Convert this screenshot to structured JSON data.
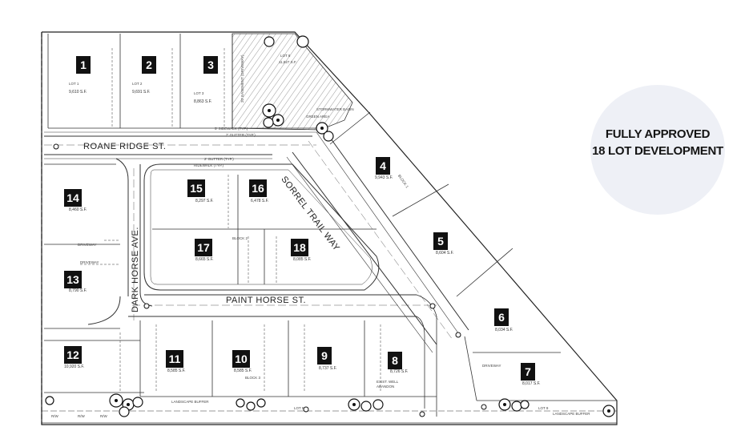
{
  "info": {
    "line1": "FULLY APPROVED",
    "line2": "18 LOT DEVELOPMENT"
  },
  "streets": {
    "roane": "ROANE RIDGE ST.",
    "sorrel": "SORREL TRAIL WAY",
    "dark_horse": "DARK HORSE AVE.",
    "paint_horse": "PAINT HORSE ST."
  },
  "lots": [
    {
      "num": "1",
      "area": "9,610 S.F.",
      "label": "LOT 1"
    },
    {
      "num": "2",
      "area": "9,691 S.F.",
      "label": "LOT 2"
    },
    {
      "num": "3",
      "area": "8,863 S.F.",
      "label": "LOT 3"
    },
    {
      "num": "4",
      "area": "9,943 S.F."
    },
    {
      "num": "5",
      "area": "8,604 S.F."
    },
    {
      "num": "6",
      "area": "8,034 S.F."
    },
    {
      "num": "7",
      "area": "8,017 S.F."
    },
    {
      "num": "8",
      "area": "8,726 S.F."
    },
    {
      "num": "9",
      "area": "8,737 S.F."
    },
    {
      "num": "10",
      "area": "8,585 S.F."
    },
    {
      "num": "11",
      "area": "8,585 S.F."
    },
    {
      "num": "12",
      "area": "10,920 S.F."
    },
    {
      "num": "13",
      "area": "8,790 S.F."
    },
    {
      "num": "14",
      "area": "8,460 S.F."
    },
    {
      "num": "15",
      "area": "8,297 S.F."
    },
    {
      "num": "16",
      "area": "6,478 S.F."
    },
    {
      "num": "17",
      "area": "8,665 S.F."
    },
    {
      "num": "18",
      "area": "8,085 S.F."
    }
  ],
  "notes": {
    "lot8_area": "11,827 S.F.",
    "lot8_label": "LOT 8",
    "sidewalk": "5' SIDEWALK (TYP.)",
    "gutter": "2' GUTTER (TYP.)",
    "gutter2": "2' GUTTER (TYP.)",
    "ridewalk": "RIDEWALK (TYP.)",
    "green_area": "GREEN AREA",
    "stormwater": "STORMWATER BASIN",
    "easement": "20' EASEMENT (DRIVEWAY)",
    "block1": "BLOCK 1",
    "block2": "BLOCK 2",
    "block3": "BLOCK 3",
    "lot9": "LOT 9",
    "lot9b": "LOT 9",
    "landscape1": "LANDSCAPE BUFFER",
    "landscape2": "LANDSCAPE BUFFER",
    "exist_well": "EXIST. WELL",
    "abandon": "ABANDON",
    "driveway": "DRIVEWAY",
    "rw": "R/W"
  }
}
